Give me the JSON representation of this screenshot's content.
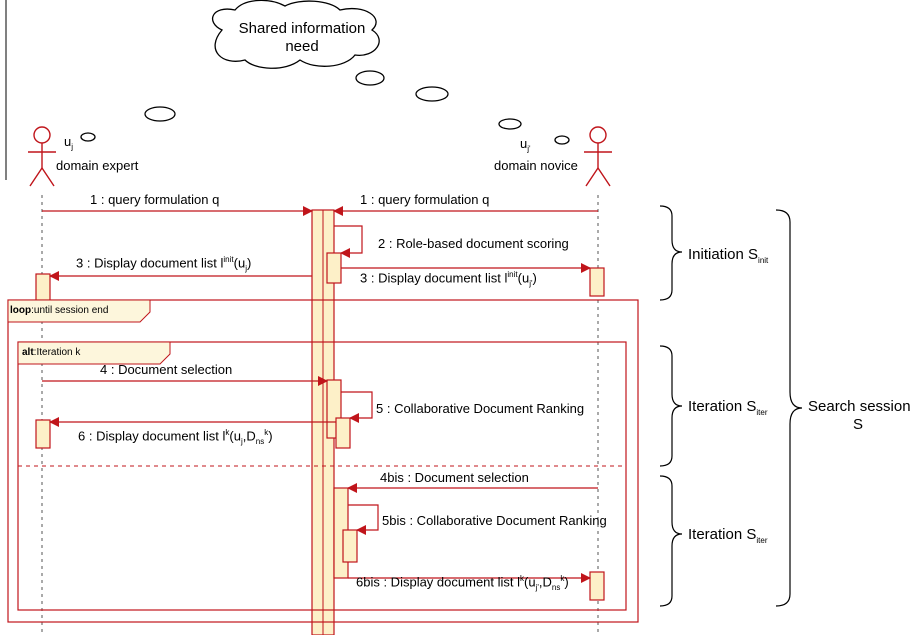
{
  "cloud": {
    "line1": "Shared information",
    "line2": "need"
  },
  "actors": {
    "left": {
      "id": "u",
      "id_sub": "j",
      "role": "domain expert"
    },
    "right": {
      "id": "u",
      "id_sub": "j'",
      "role": "domain novice"
    }
  },
  "messages": {
    "m1_left": "1 : query formulation q",
    "m1_right": "1 : query formulation q",
    "m2": "2 : Role-based document scoring",
    "m3_left": {
      "pre": "3 : Display document list l",
      "sup": "init",
      "mid": "(u",
      "sub": "j",
      "post": ")"
    },
    "m3_right": {
      "pre": "3 : Display document list l",
      "sup": "init",
      "mid": "(u",
      "sub": "j'",
      "post": ")"
    },
    "m4": "4 : Document selection",
    "m5": "5 : Collaborative Document Ranking",
    "m6": {
      "pre": "6 : Display document list l",
      "sup": "k",
      "a": "(u",
      "a_sub": "j",
      "b": ",D",
      "b_sub": "ns",
      "b_sup": "k",
      "post": ")"
    },
    "m4bis": "4bis : Document selection",
    "m5bis": "5bis : Collaborative Document Ranking",
    "m6bis": {
      "pre": "6bis : Display document list l",
      "sup": "k",
      "a": "(u",
      "a_sub": "j'",
      "b": ",D",
      "b_sub": "ns",
      "b_sup": "k",
      "post": ")"
    }
  },
  "frames": {
    "loop": {
      "keyword": "loop",
      "guard": ":until session end"
    },
    "alt": {
      "keyword": "alt",
      "guard": ":Iteration k"
    }
  },
  "phases": {
    "initiation": {
      "text": "Initiation S",
      "sub": "init"
    },
    "iteration1": {
      "text": "Iteration S",
      "sub": "iter"
    },
    "iteration2": {
      "text": "Iteration S",
      "sub": "iter"
    },
    "session": {
      "line1": "Search session",
      "line2": "S"
    }
  }
}
